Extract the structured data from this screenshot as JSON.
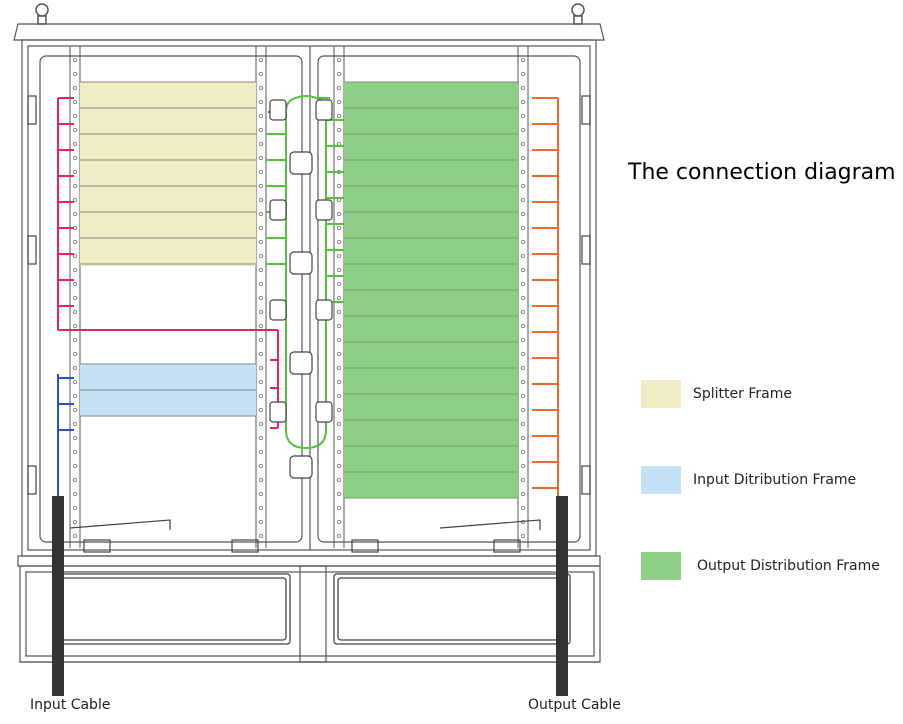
{
  "title": "The connection diagram",
  "legend": [
    {
      "label": "Splitter Frame",
      "color": "#f2ecc6"
    },
    {
      "label": "Input Ditribution Frame",
      "color": "#c5e1f5"
    },
    {
      "label": "Output Distribution Frame",
      "color": "#8dcf84"
    }
  ],
  "cables": {
    "input": "Input Cable",
    "output": "Output Cable"
  },
  "colors": {
    "splitter_link": "#e8245a",
    "input_link": "#2b4fc4",
    "output_link": "#ec6a2a",
    "patch_link": "#56c23c",
    "cabinet_line": "#555555",
    "cable": "#333333"
  }
}
